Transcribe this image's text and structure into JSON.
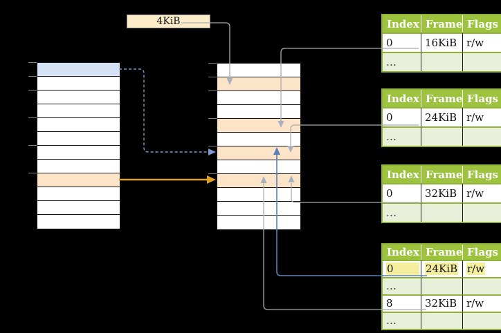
{
  "page_size_label": "4KiB",
  "left_memory_table": {
    "row_count": 12,
    "blue_row_index": 0,
    "orange_row_index": 8
  },
  "middle_memory_table": {
    "row_count": 12,
    "orange_row_indexes": [
      1,
      4,
      6,
      8
    ]
  },
  "page_table_headers": [
    "Index",
    "Frame",
    "Flags"
  ],
  "page_tables": [
    {
      "rows": [
        {
          "cells": [
            "0",
            "16KiB",
            "r/w"
          ]
        },
        {
          "cells": [
            "…",
            "",
            ""
          ],
          "shaded": true
        }
      ]
    },
    {
      "rows": [
        {
          "cells": [
            "0",
            "24KiB",
            "r/w"
          ]
        },
        {
          "cells": [
            "…",
            "",
            ""
          ],
          "shaded": true
        }
      ]
    },
    {
      "rows": [
        {
          "cells": [
            "0",
            "32KiB",
            "r/w"
          ]
        },
        {
          "cells": [
            "…",
            "",
            ""
          ],
          "shaded": true
        }
      ]
    },
    {
      "rows": [
        {
          "cells": [
            "0",
            "24KiB",
            "r/w"
          ],
          "highlight": true
        },
        {
          "cells": [
            "…",
            "",
            ""
          ],
          "shaded": true
        },
        {
          "cells": [
            "8",
            "32KiB",
            "r/w"
          ]
        },
        {
          "cells": [
            "…",
            "",
            ""
          ],
          "shaded": true
        }
      ]
    }
  ],
  "colors": {
    "background": "#000000",
    "table_header_green": "#9cc23e",
    "table_border_green": "#8fb23a",
    "table_row_light_green": "#e9f0da",
    "row_orange": "#fce4c8",
    "row_blue": "#d5e1f5",
    "label_box_tan": "#fcecca",
    "highlight_yellow": "#f4ee9e",
    "arrow_gray": "#ababab",
    "arrowhead_gray": "#a9b0bf",
    "arrow_blue_solid": "#5b7fba",
    "arrow_blue_dashed": "#7c9bd1",
    "arrow_gold": "#dba11f"
  }
}
